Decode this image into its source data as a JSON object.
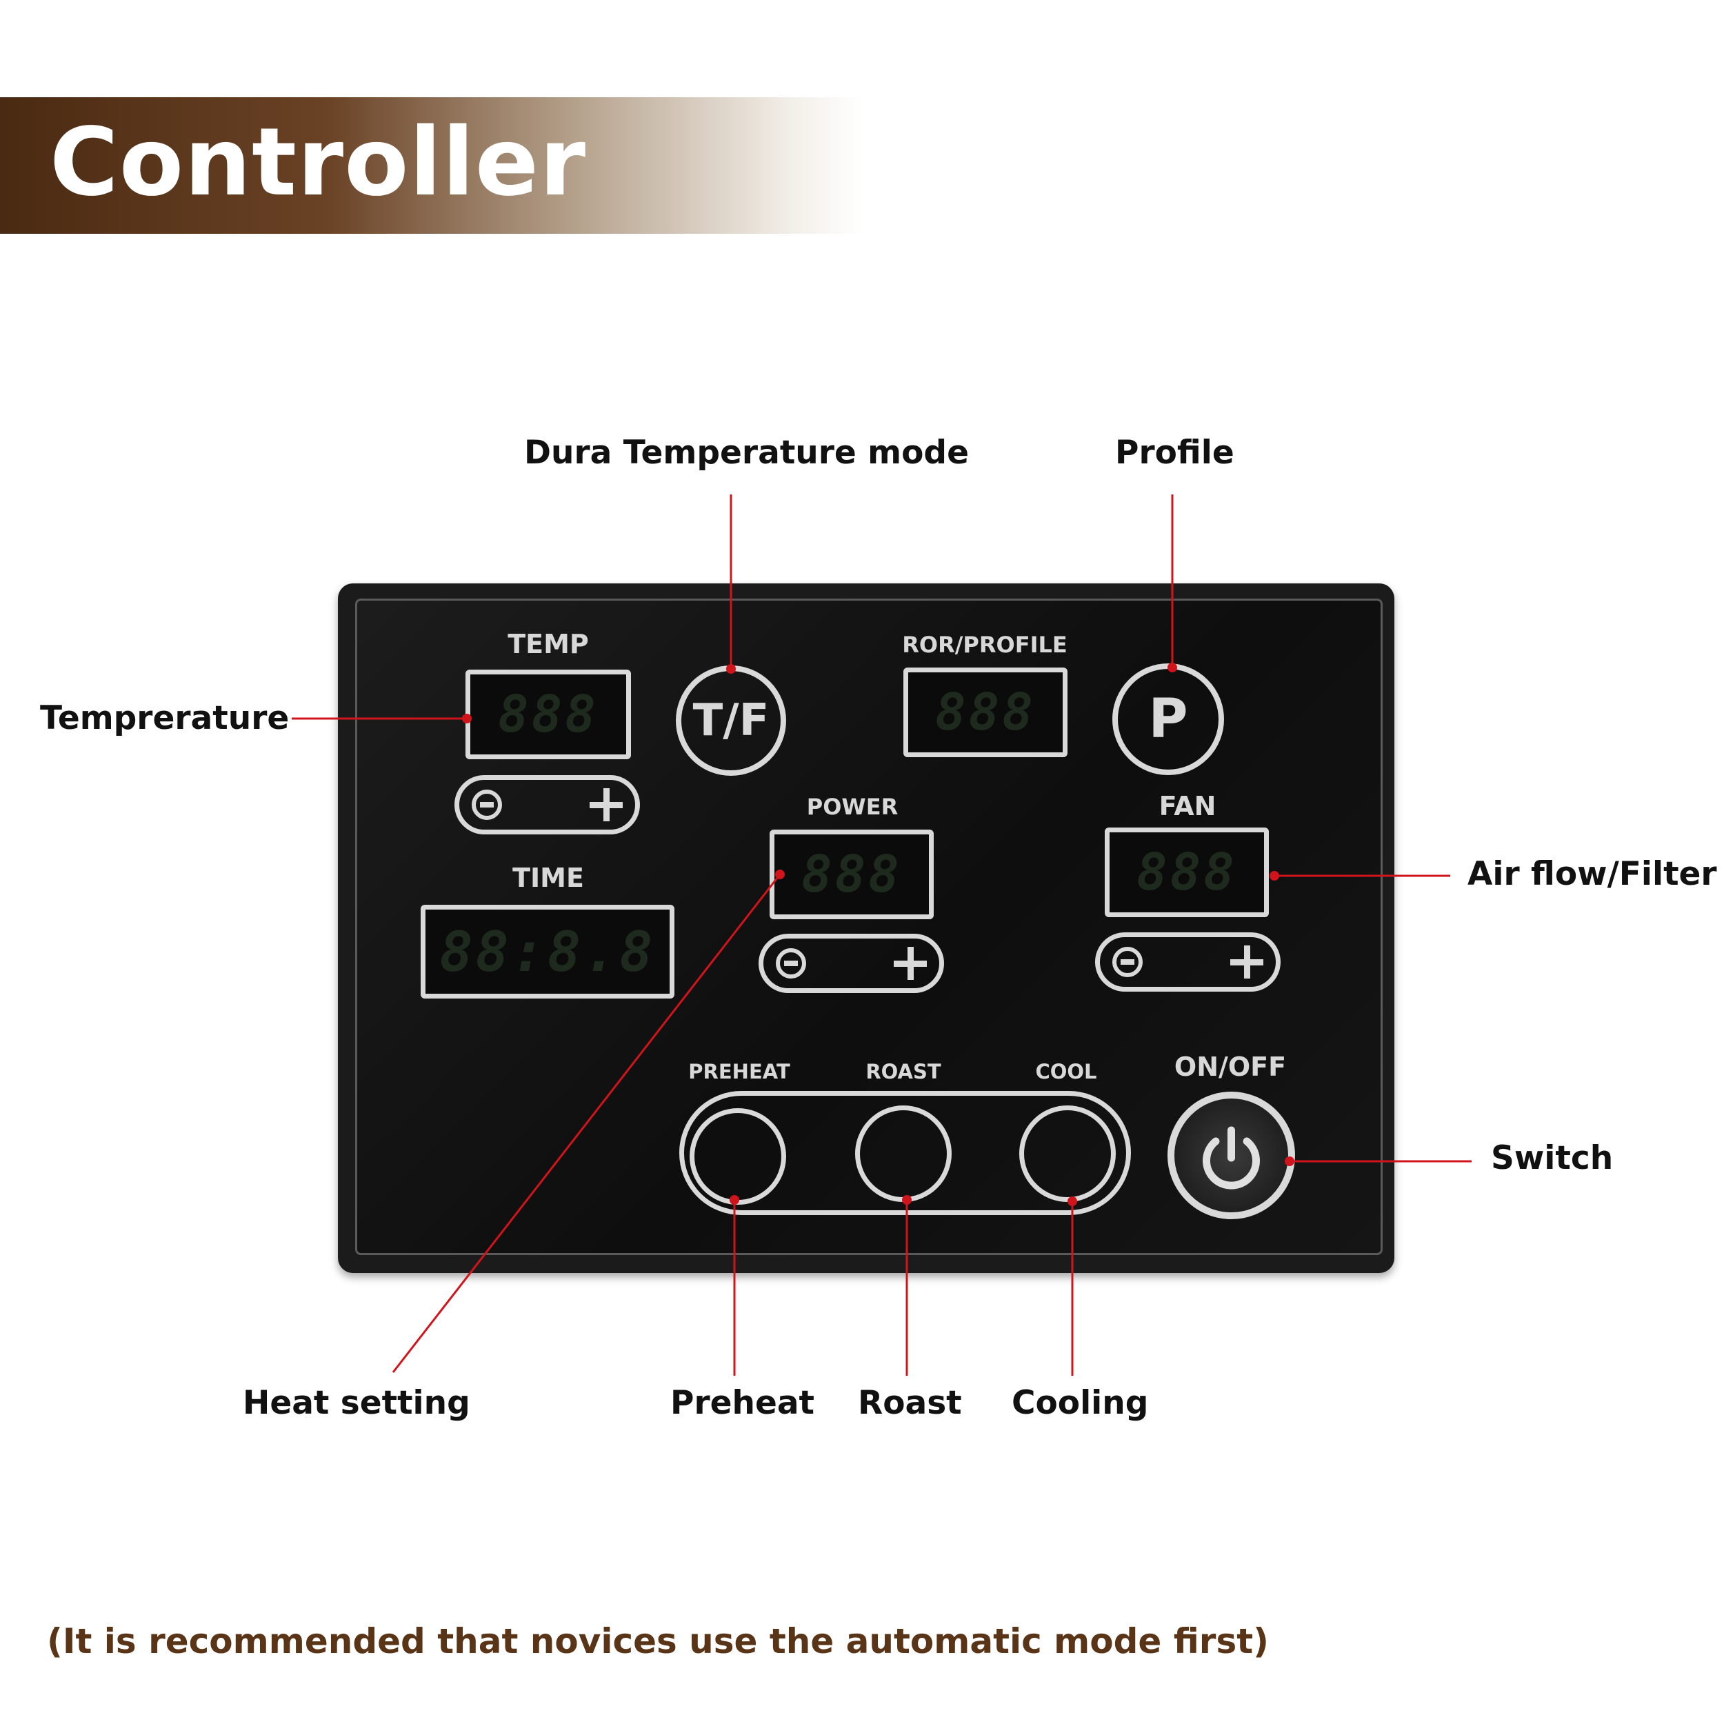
{
  "banner": {
    "title": "Controller"
  },
  "callouts": {
    "dura_temp_mode": "Dura Temperature mode",
    "profile": "Profile",
    "temperature": "Temprerature",
    "air_flow": "Air flow/Filter",
    "switch": "Switch",
    "heat_setting": "Heat setting",
    "preheat": "Preheat",
    "roast": "Roast",
    "cooling": "Cooling"
  },
  "panel": {
    "temp_label": "TEMP",
    "time_label": "TIME",
    "ror_profile_label": "ROR/PROFILE",
    "power_label": "POWER",
    "fan_label": "FAN",
    "preheat_label": "PREHEAT",
    "roast_label": "ROAST",
    "cool_label": "COOL",
    "onoff_label": "ON/OFF",
    "tf_button": "T/F",
    "p_button": "P",
    "temp_display": "888",
    "ror_display": "888",
    "power_display": "888",
    "fan_display": "888",
    "time_display": "88:8.8"
  },
  "note": "(It is recommended that novices use the automatic mode first)",
  "colors": {
    "banner_dark": "#4a2a12",
    "leader_line": "#d0141c",
    "note_text": "#5a3417",
    "panel_print": "#d9d9d9"
  },
  "icons": [
    "minus-icon",
    "plus-icon",
    "power-icon"
  ]
}
